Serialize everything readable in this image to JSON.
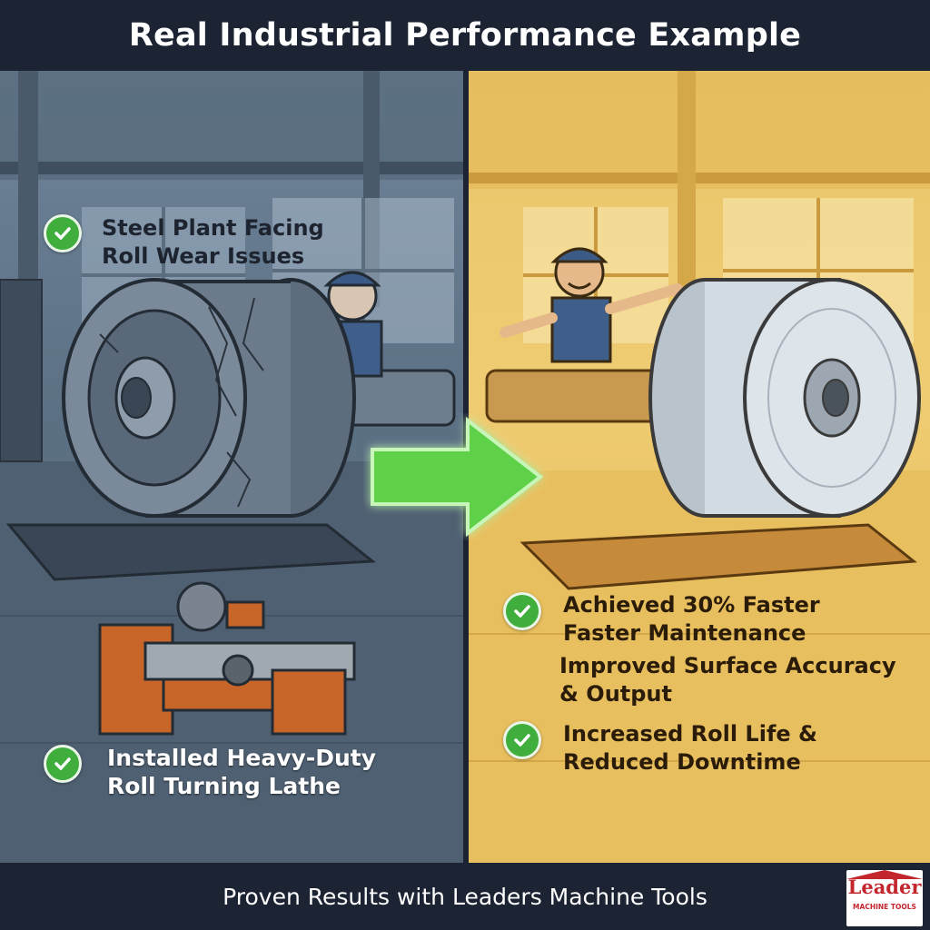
{
  "header": {
    "title": "Real Industrial Performance Example"
  },
  "left": {
    "problem": {
      "line1": "Steel Plant Facing",
      "line2": "Roll Wear Issues"
    },
    "solution": {
      "line1": "Installed Heavy-Duty",
      "line2": "Roll Turning Lathe"
    }
  },
  "right": {
    "result1": {
      "line1": "Achieved 30% Faster",
      "line2": "Faster Maintenance"
    },
    "result2": {
      "line1": "Improved Surface Accuracy",
      "line2": "& Output"
    },
    "result3": {
      "line1": "Increased Roll Life &",
      "line2": "Reduced Downtime"
    }
  },
  "footer": {
    "text": "Proven Results with Leaders Machine Tools"
  },
  "logo": {
    "word": "Leader",
    "sub": "MACHINE TOOLS"
  },
  "colors": {
    "check": "#3fae3c",
    "arrow": "#5fd14a",
    "logo_red": "#c4262e"
  }
}
